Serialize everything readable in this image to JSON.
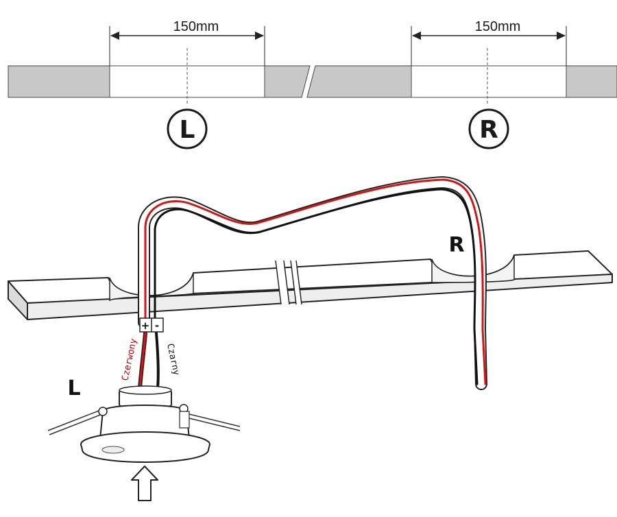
{
  "top_panel": {
    "left_hole": {
      "width_label": "150mm",
      "marker": "L"
    },
    "right_hole": {
      "width_label": "150mm",
      "marker": "R"
    },
    "colors": {
      "panel_gray": "#c8c8c8",
      "hole_white": "#ffffff",
      "outline": "#333333"
    }
  },
  "install_view": {
    "board_marker_right": "R",
    "fixture_marker_left": "L",
    "terminal": {
      "plus": "+",
      "minus": "-"
    },
    "wire_red_label": "Czerwony",
    "wire_black_label": "Czarny",
    "colors": {
      "wire_red": "#d21414",
      "wire_black": "#111111",
      "wire_fill": "#ffffff"
    },
    "arrow": "up-arrow"
  }
}
